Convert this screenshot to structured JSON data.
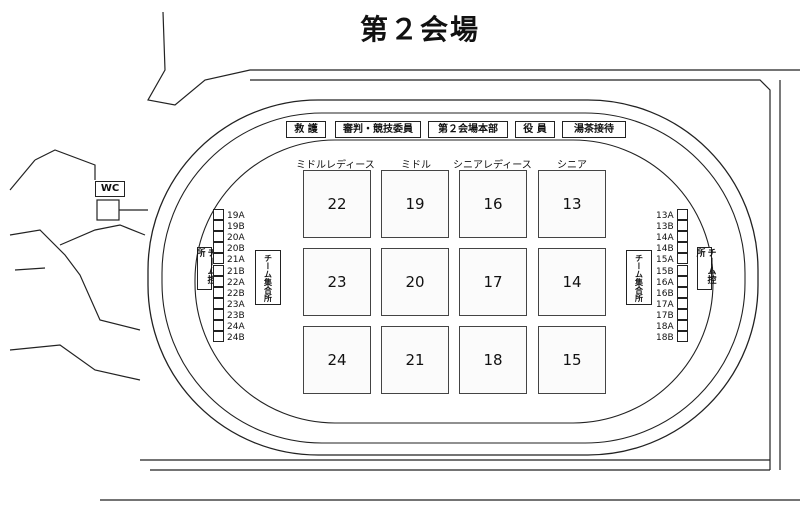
{
  "title": "第２会場",
  "header_boxes": [
    "救 護",
    "審判・競技委員",
    "第２会場本部",
    "役 員",
    "湯茶接待"
  ],
  "categories": [
    "ミドルレディース",
    "ミドル",
    "シニアレディース",
    "シニア"
  ],
  "courts": [
    "22",
    "19",
    "16",
    "13",
    "23",
    "20",
    "17",
    "14",
    "24",
    "21",
    "18",
    "15"
  ],
  "left_spots": [
    "19A",
    "19B",
    "20A",
    "20B",
    "21A",
    "21B",
    "22A",
    "22B",
    "23A",
    "23B",
    "24A",
    "24B"
  ],
  "right_spots": [
    "13A",
    "13B",
    "14A",
    "14B",
    "15A",
    "15B",
    "16A",
    "16B",
    "17A",
    "17B",
    "18A",
    "18B"
  ],
  "left_team_area": "チーム控所",
  "left_assembly": "集合所",
  "left_team_label": "チーム",
  "right_team_area": "チーム控所",
  "right_assembly": "集合所",
  "right_team_label": "チーム",
  "wc": "WC"
}
